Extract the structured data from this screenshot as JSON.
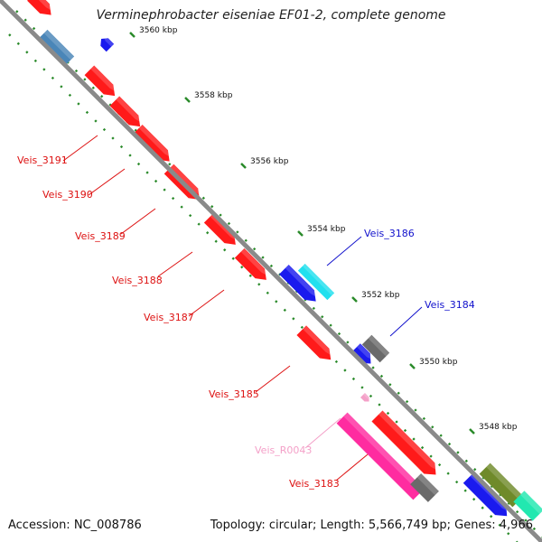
{
  "title": "Verminephrobacter eiseniae EF01-2, complete genome",
  "footer": {
    "accession": "Accession: NC_008786",
    "info": "Topology: circular; Length: 5,566,749 bp; Genes: 4,966"
  },
  "colors": {
    "backbone": "#8a8a8a",
    "scale_dots": "#2a8a2a",
    "red_gene": "#ff1a1a",
    "blue_gene": "#1a1aee",
    "cyan_gene": "#22e0ee",
    "steelblue_gene": "#4a86b8",
    "gray_gene": "#6a6a6a",
    "pink_gene": "#ff2ca0",
    "olive_gene": "#6f8a2a",
    "teal_gene": "#22e8b0",
    "red_label": "#dd1111",
    "blue_label": "#1111cc",
    "pink_label": "#f4a0c8"
  },
  "scale_labels": [
    {
      "text": "3560 kbp"
    },
    {
      "text": "3558 kbp"
    },
    {
      "text": "3556 kbp"
    },
    {
      "text": "3554 kbp"
    },
    {
      "text": "3552 kbp"
    },
    {
      "text": "3550 kbp"
    },
    {
      "text": "3548 kbp"
    }
  ],
  "gene_labels": [
    {
      "text": "Veis_3191",
      "color": "red"
    },
    {
      "text": "Veis_3190",
      "color": "red"
    },
    {
      "text": "Veis_3189",
      "color": "red"
    },
    {
      "text": "Veis_3188",
      "color": "red"
    },
    {
      "text": "Veis_3187",
      "color": "red"
    },
    {
      "text": "Veis_3185",
      "color": "red"
    },
    {
      "text": "Veis_R0043",
      "color": "pink"
    },
    {
      "text": "Veis_3183",
      "color": "red"
    },
    {
      "text": "Veis_3186",
      "color": "blue"
    },
    {
      "text": "Veis_3184",
      "color": "blue"
    }
  ]
}
